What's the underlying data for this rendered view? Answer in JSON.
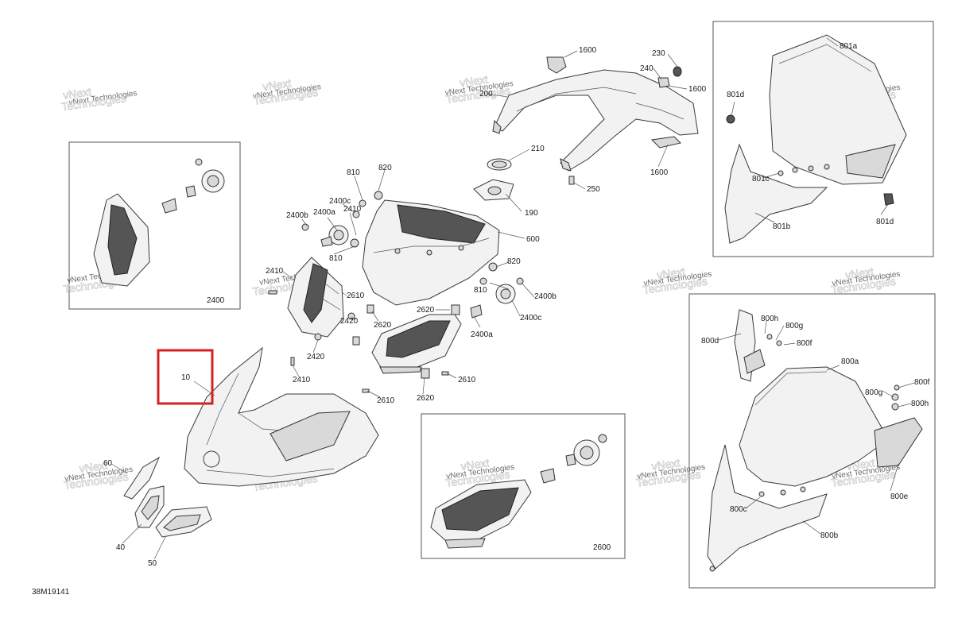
{
  "diagram_id": "38M19141",
  "watermark": {
    "line1": "vNext",
    "line2": "Technologies",
    "full": "vNext Technologies"
  },
  "callouts": {
    "c1600a": "1600",
    "c1600b": "1600",
    "c200": "200",
    "c230": "230",
    "c240": "240",
    "c210": "210",
    "c190": "190",
    "c250": "250",
    "c600": "600",
    "c810a": "810",
    "c810b": "810",
    "c820a": "820",
    "c820b": "820",
    "c2400b_l": "2400b",
    "c2400a_l": "2400a",
    "c2400c_l": "2400c",
    "c2410_top": "2410",
    "c2400b_r": "2400b",
    "c2400c_r": "2400c",
    "c2400a_r": "2400a",
    "c810c": "810",
    "c2410_left": "2410",
    "c2610_a": "2610",
    "c2420_a": "2420",
    "c2620_a": "2620",
    "c2420_b": "2420",
    "c2410_b": "2410",
    "c2620_b": "2620",
    "c2610_b": "2610",
    "c2610_c": "2610",
    "c2620_c": "2620",
    "c10": "10",
    "c60": "60",
    "c40": "40",
    "c50": "50",
    "c2400_box": "2400",
    "c2600_box": "2600",
    "c801a": "801a",
    "c801b": "801b",
    "c801c": "801c",
    "c801d_l": "801d",
    "c801d_r": "801d",
    "c800a": "800a",
    "c800b": "800b",
    "c800c": "800c",
    "c800d": "800d",
    "c800e": "800e",
    "c800f_a": "800f",
    "c800f_b": "800f",
    "c800g_a": "800g",
    "c800g_b": "800g",
    "c800h_a": "800h",
    "c800h_b": "800h"
  },
  "highlight": {
    "callout": "10",
    "color": "#d42020"
  }
}
